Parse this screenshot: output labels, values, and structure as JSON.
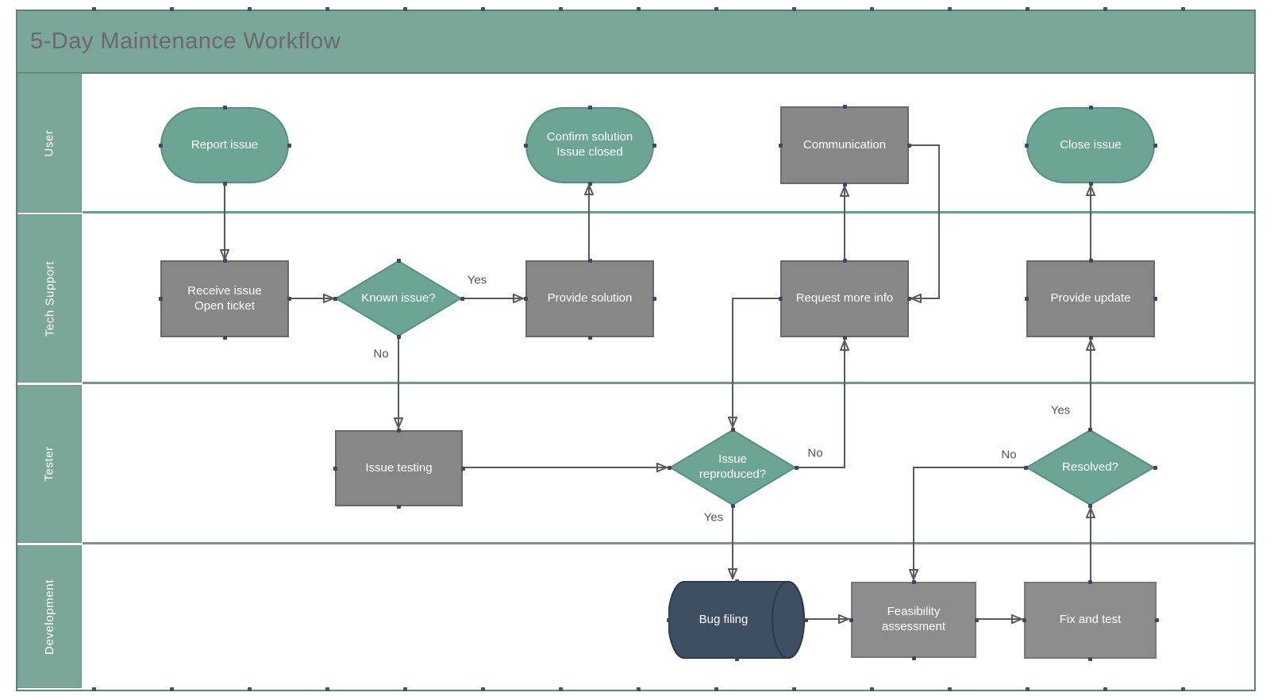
{
  "title": "5-Day Maintenance Workflow",
  "lanes": [
    {
      "label": "User"
    },
    {
      "label": "Tech Support"
    },
    {
      "label": "Tester"
    },
    {
      "label": "Development"
    }
  ],
  "nodes": {
    "report_issue": {
      "label": "Report issue",
      "type": "terminator",
      "lane": "User"
    },
    "confirm_solution": {
      "label": "Confirm solution\nIssue closed",
      "type": "terminator",
      "lane": "User"
    },
    "communication": {
      "label": "Communication",
      "type": "process",
      "lane": "User"
    },
    "close_issue": {
      "label": "Close issue",
      "type": "terminator",
      "lane": "User"
    },
    "receive_issue": {
      "label": "Receive issue\nOpen ticket",
      "type": "process",
      "lane": "Tech Support"
    },
    "known_issue": {
      "label": "Known issue?",
      "type": "decision",
      "lane": "Tech Support"
    },
    "provide_solution": {
      "label": "Provide solution",
      "type": "process",
      "lane": "Tech Support"
    },
    "request_more_info": {
      "label": "Request more info",
      "type": "process",
      "lane": "Tech Support"
    },
    "provide_update": {
      "label": "Provide update",
      "type": "process",
      "lane": "Tech Support"
    },
    "issue_testing": {
      "label": "Issue testing",
      "type": "process",
      "lane": "Tester"
    },
    "issue_reproduced": {
      "label": "Issue\nreproduced?",
      "type": "decision",
      "lane": "Tester"
    },
    "resolved": {
      "label": "Resolved?",
      "type": "decision",
      "lane": "Tester"
    },
    "bug_filing": {
      "label": "Bug filing",
      "type": "data-store",
      "lane": "Development"
    },
    "feasibility_assessment": {
      "label": "Feasibility\nassessment",
      "type": "process",
      "lane": "Development"
    },
    "fix_and_test": {
      "label": "Fix and test",
      "type": "process",
      "lane": "Development"
    }
  },
  "edges": [
    {
      "from": "report_issue",
      "to": "receive_issue",
      "label": ""
    },
    {
      "from": "receive_issue",
      "to": "known_issue",
      "label": ""
    },
    {
      "from": "known_issue",
      "to": "provide_solution",
      "label": "Yes"
    },
    {
      "from": "provide_solution",
      "to": "confirm_solution",
      "label": ""
    },
    {
      "from": "known_issue",
      "to": "issue_testing",
      "label": "No"
    },
    {
      "from": "issue_testing",
      "to": "issue_reproduced",
      "label": ""
    },
    {
      "from": "issue_reproduced",
      "to": "request_more_info",
      "label": "No"
    },
    {
      "from": "request_more_info",
      "to": "communication",
      "label": ""
    },
    {
      "from": "communication",
      "to": "request_more_info",
      "label": ""
    },
    {
      "from": "request_more_info",
      "to": "issue_reproduced",
      "label": ""
    },
    {
      "from": "issue_reproduced",
      "to": "bug_filing",
      "label": "Yes"
    },
    {
      "from": "bug_filing",
      "to": "feasibility_assessment",
      "label": ""
    },
    {
      "from": "feasibility_assessment",
      "to": "fix_and_test",
      "label": ""
    },
    {
      "from": "fix_and_test",
      "to": "resolved",
      "label": ""
    },
    {
      "from": "resolved",
      "to": "provide_update",
      "label": "Yes"
    },
    {
      "from": "provide_update",
      "to": "close_issue",
      "label": ""
    },
    {
      "from": "resolved",
      "to": "feasibility_assessment",
      "label": "No"
    }
  ],
  "colors": {
    "band_teal": "#7BA79B",
    "teal_shape_fill": "#6CA496",
    "teal_shape_border": "#579082",
    "gray_shape_fill": "#878787",
    "gray_shape_border": "#696969",
    "cylinder_fill": "#3E4F63",
    "cylinder_border": "#2D3C4C",
    "connector": "#5A5A5A",
    "frame_border": "#5D8176",
    "title_text": "#6C6770",
    "edge_label_text": "#545454",
    "handle_dot": "#434663"
  }
}
